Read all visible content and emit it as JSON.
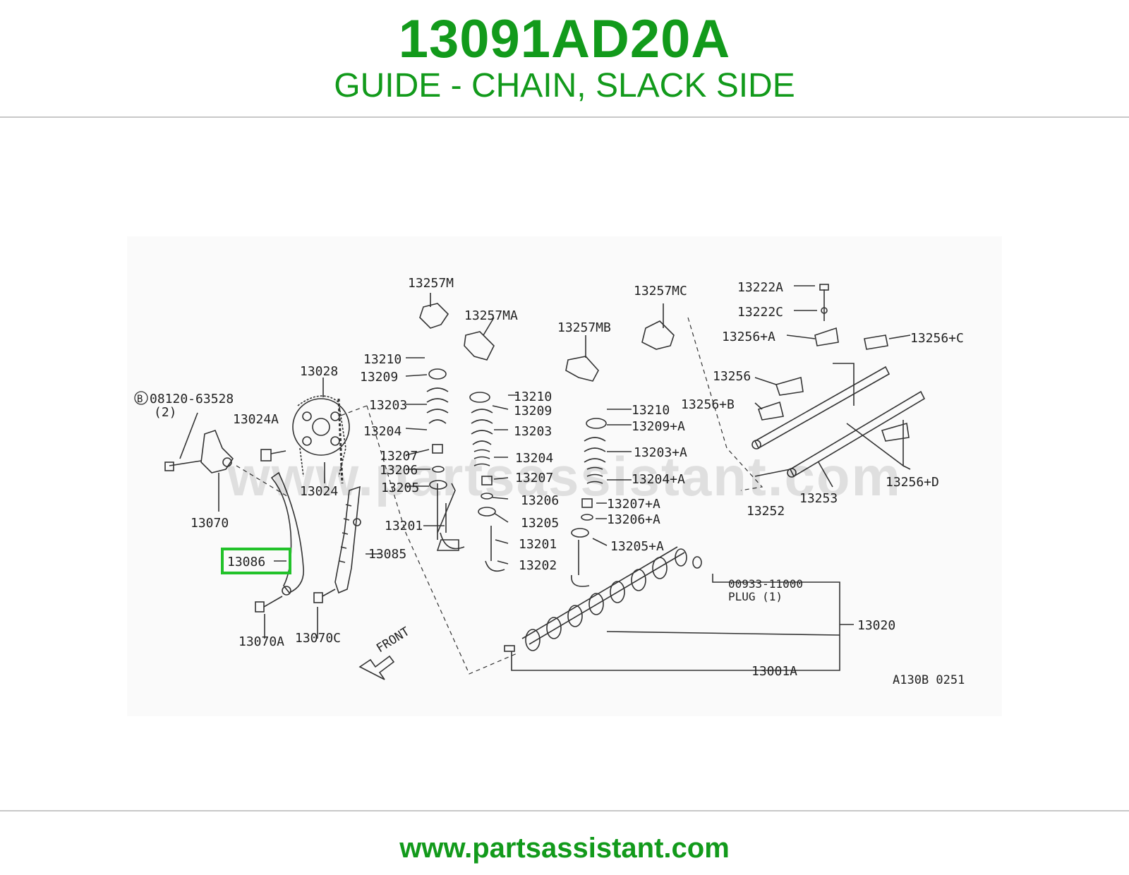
{
  "header": {
    "part_number": "13091AD20A",
    "description": "GUIDE - CHAIN, SLACK SIDE"
  },
  "diagram": {
    "highlighted_callout": "13086",
    "watermark": "www.partsassistant.com",
    "drawing_code": "A130B 0251",
    "front_marker": "FRONT",
    "bolt_ref": "08120-63528",
    "bolt_ref_badge": "B",
    "bolt_ref_qty": "(2)",
    "plug_part": "00933-11000",
    "plug_label": "PLUG (1)",
    "callouts": {
      "c13257M": "13257M",
      "c13257MA": "13257MA",
      "c13257MB": "13257MB",
      "c13257MC": "13257MC",
      "c13222A": "13222A",
      "c13222C": "13222C",
      "c13256A": "13256+A",
      "c13256C": "13256+C",
      "c13256": "13256",
      "c13256B": "13256+B",
      "c13256D": "13256+D",
      "c13252": "13252",
      "c13253": "13253",
      "c13210a": "13210",
      "c13209a": "13209",
      "c13203a": "13203",
      "c13204a": "13204",
      "c13207a": "13207",
      "c13206a": "13206",
      "c13205a": "13205",
      "c13201a": "13201",
      "c13210b": "13210",
      "c13209b": "13209",
      "c13203b": "13203",
      "c13204b": "13204",
      "c13207b": "13207",
      "c13206b": "13206",
      "c13205b": "13205",
      "c13201b": "13201",
      "c13202": "13202",
      "c13210c": "13210",
      "c13209A": "13209+A",
      "c13203A": "13203+A",
      "c13204A": "13204+A",
      "c13207A": "13207+A",
      "c13206A": "13206+A",
      "c13205A": "13205+A",
      "c13028": "13028",
      "c13024A": "13024A",
      "c13024": "13024",
      "c13070": "13070",
      "c13085": "13085",
      "c13070A": "13070A",
      "c13070C": "13070C",
      "c13020": "13020",
      "c13001A": "13001A"
    }
  },
  "footer": {
    "url": "www.partsassistant.com"
  },
  "colors": {
    "brand_green": "#129a1b",
    "highlight_green": "#22c22a"
  }
}
